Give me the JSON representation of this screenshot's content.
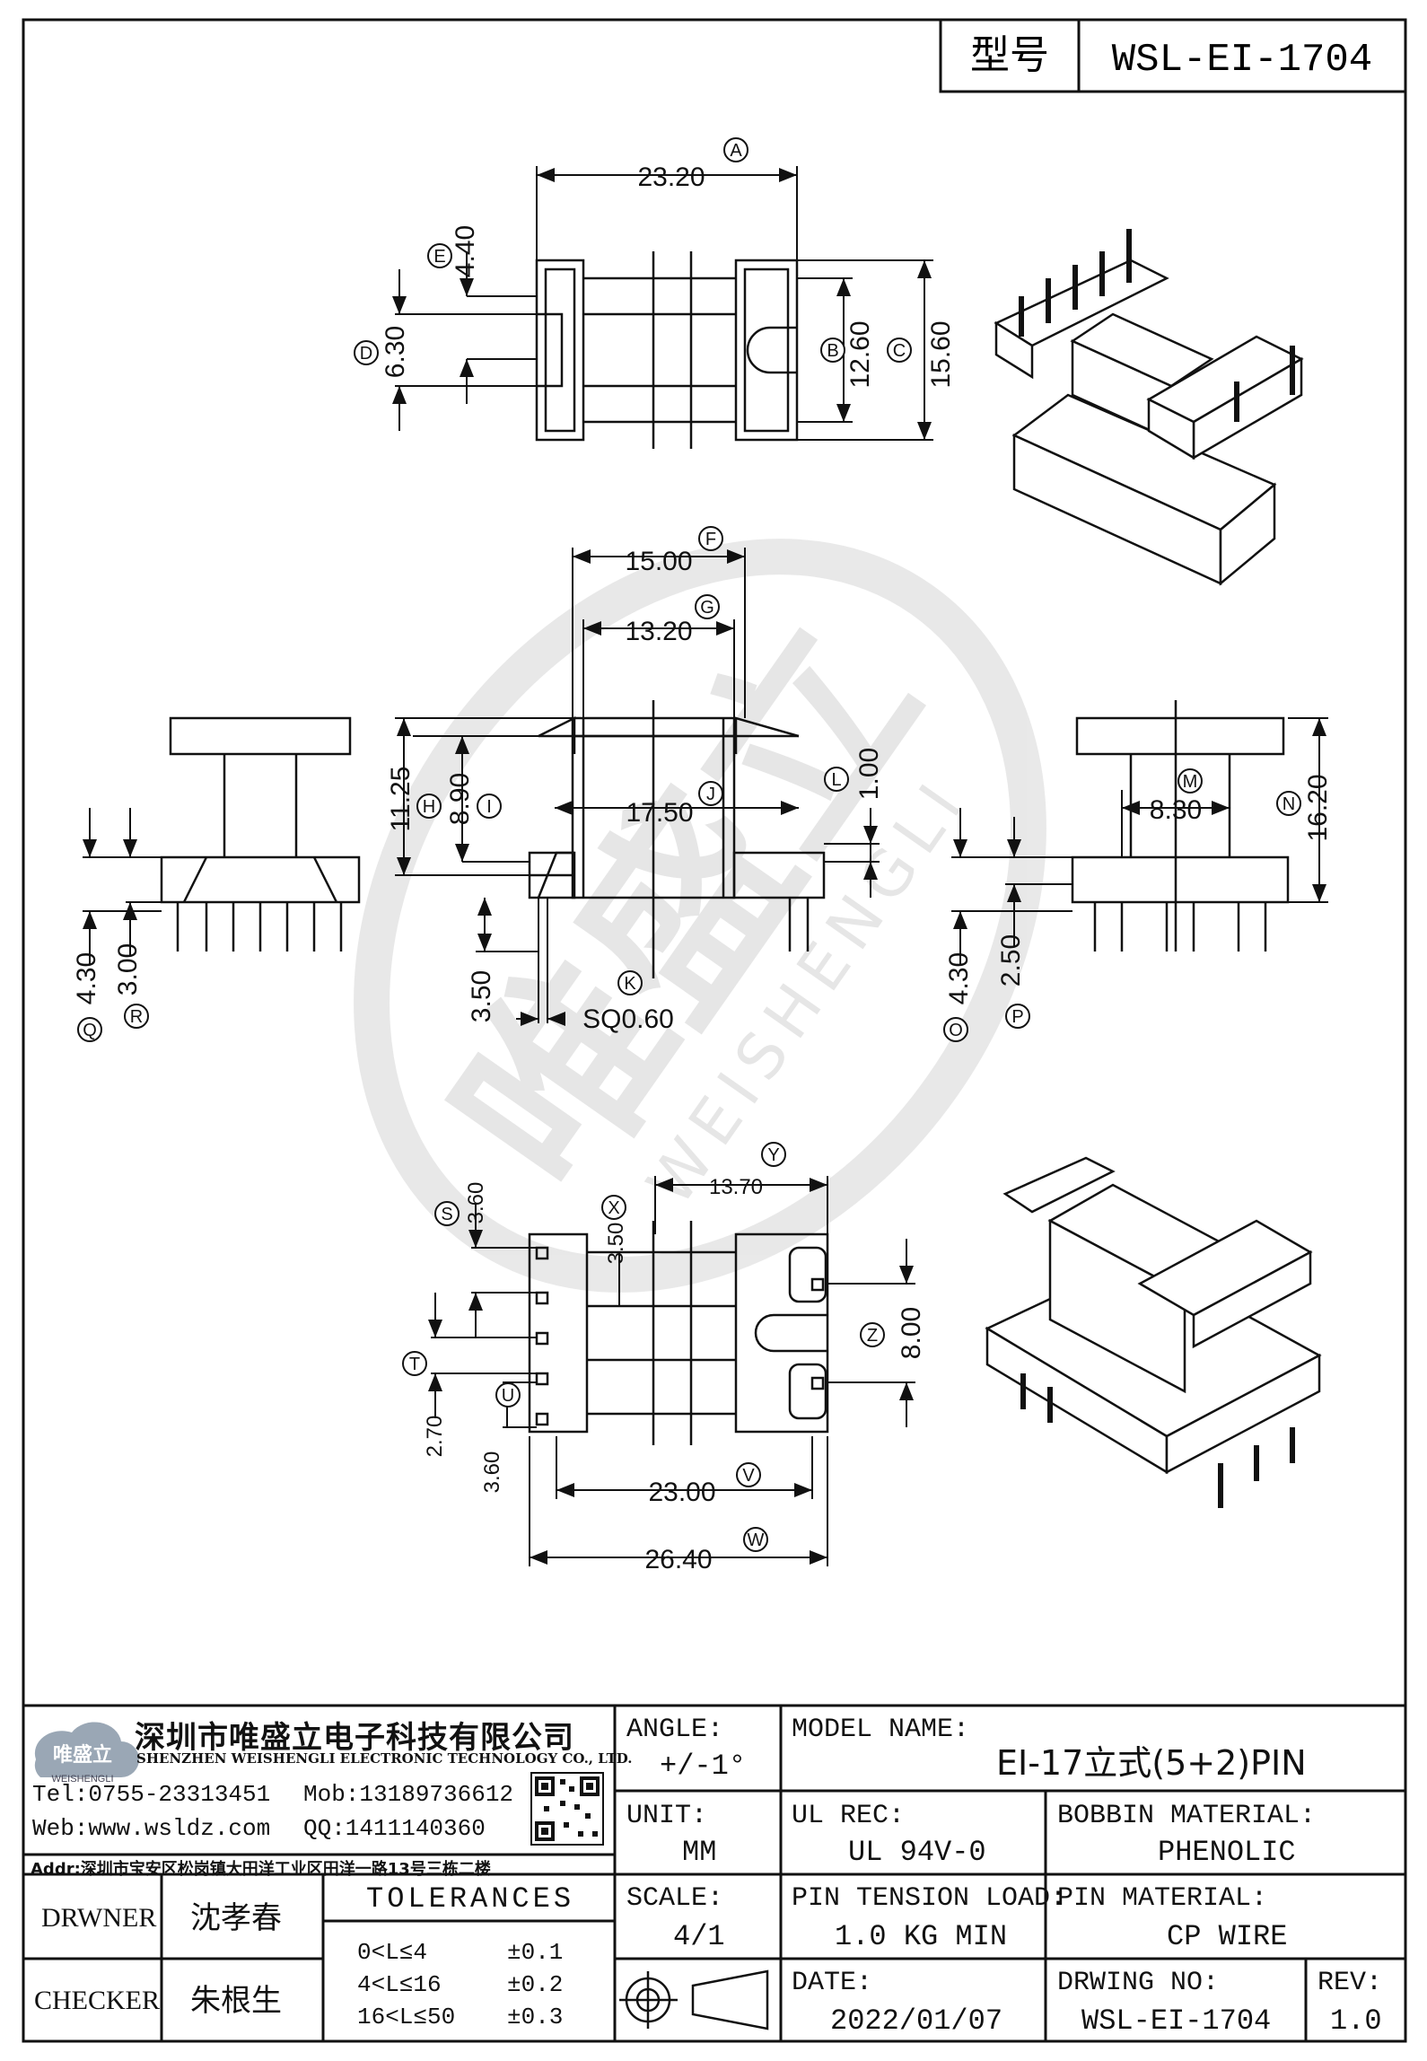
{
  "header": {
    "type_label": "型号",
    "model_code": "WSL-EI-1704"
  },
  "dimensions": {
    "A": "23.20",
    "B": "12.60",
    "C": "15.60",
    "D": "6.30",
    "E": "4.40",
    "F": "15.00",
    "G": "13.20",
    "H": "11.25",
    "I": "8.90",
    "J": "17.50",
    "K": "SQ0.60",
    "K_len": "3.50",
    "L": "1.00",
    "M": "8.30",
    "N": "16.20",
    "O": "4.30",
    "P": "2.50",
    "Q": "4.30",
    "R": "3.00",
    "S": "3.60",
    "X": "3.50",
    "T": "2.70",
    "U": "3.60",
    "Y": "13.70",
    "Z": "8.00",
    "V": "23.00",
    "W": "26.40"
  },
  "balloons": [
    "A",
    "B",
    "C",
    "D",
    "E",
    "F",
    "G",
    "H",
    "I",
    "J",
    "K",
    "L",
    "M",
    "N",
    "O",
    "P",
    "Q",
    "R",
    "S",
    "T",
    "U",
    "V",
    "W",
    "X",
    "Y",
    "Z"
  ],
  "watermark": {
    "text": "唯盛立",
    "sub": "WEISHENGLI"
  },
  "company": {
    "name_cn": "深圳市唯盛立电子科技有限公司",
    "name_en": "SHENZHEN WEISHENGLI ELECTRONIC TECHNOLOGY CO., LTD.",
    "logo_text": "唯盛立",
    "logo_sub": "WEISHENGLI",
    "tel": "Tel:0755-23313451",
    "mob": "Mob:13189736612",
    "web": "Web:www.wsldz.com",
    "qq": "QQ:1411140360",
    "addr": "Addr:深圳市宝安区松岗镇大田洋工业区田洋一路13号三栋二楼"
  },
  "title_block": {
    "angle_label": "ANGLE:",
    "angle_value": "+/-1°",
    "model_name_label": "MODEL NAME:",
    "model_name_value": "EI-17立式(5+2)PIN",
    "unit_label": "UNIT:",
    "unit_value": "MM",
    "ul_rec_label": "UL REC:",
    "ul_rec_value": "UL 94V-0",
    "bobbin_material_label": "BOBBIN MATERIAL:",
    "bobbin_material_value": "PHENOLIC",
    "scale_label": "SCALE:",
    "scale_value": "4/1",
    "pin_tension_label": "PIN TENSION LOAD:",
    "pin_tension_value": "1.0 KG MIN",
    "pin_material_label": "PIN MATERIAL:",
    "pin_material_value": "CP WIRE",
    "date_label": "DATE:",
    "date_value": "2022/01/07",
    "drwing_no_label": "DRWING NO:",
    "drwing_no_value": "WSL-EI-1704",
    "rev_label": "REV:",
    "rev_value": "1.0",
    "drawner_label": "DRWNER",
    "drawner_value": "沈孝春",
    "checker_label": "CHECKER",
    "checker_value": "朱根生",
    "tolerances_label": "TOLERANCES",
    "tolerances": [
      {
        "range": "0<L≤4",
        "tol": "±0.1"
      },
      {
        "range": "4<L≤16",
        "tol": "±0.2"
      },
      {
        "range": "16<L≤50",
        "tol": "±0.3"
      }
    ]
  }
}
